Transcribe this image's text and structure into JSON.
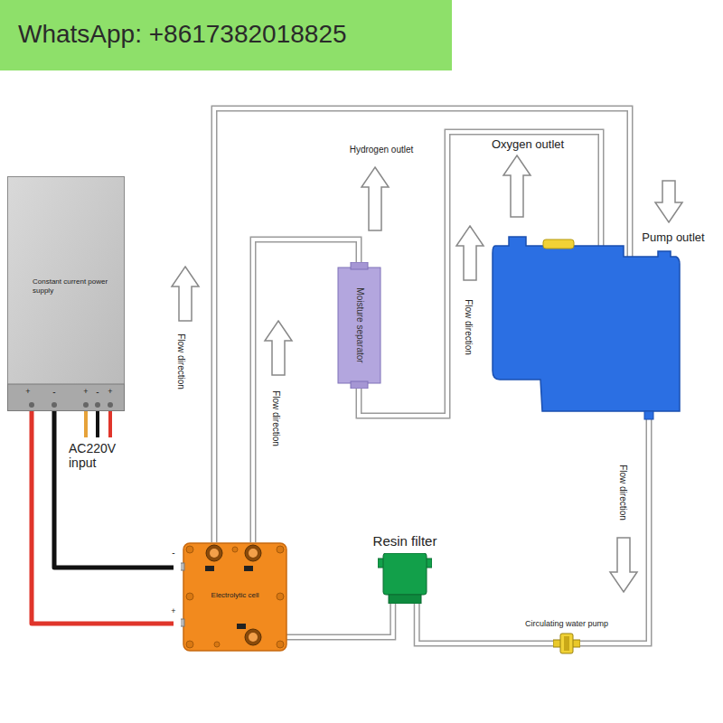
{
  "diagram": {
    "nodes": [
      {
        "text": [
          "Constant current power supply"
        ]
      },
      {
        "text": [
          "Moisture separator"
        ]
      },
      {
        "text": [
          "Electrolytic cell"
        ]
      },
      {
        "text": [
          "Resin filter"
        ]
      },
      {
        "text": [
          "Circulating water pump"
        ]
      }
    ],
    "edges": [
      {
        "from": 0,
        "to": 2,
        "arrow": "none"
      },
      {
        "from": 0,
        "to": 2,
        "arrow": "none"
      },
      {
        "from": 2,
        "to": 1,
        "arrow": "none"
      },
      {
        "from": 4,
        "to": 3,
        "arrow": "none"
      },
      {
        "from": 3,
        "to": 2,
        "arrow": "none"
      }
    ],
    "labels": [
      "WhatsApp: +8617382018825",
      "+",
      "-",
      "+",
      "-",
      "+",
      "AC220V input",
      "Flow direction",
      "Flow direction",
      "Hydrogen outlet",
      "Flow direction",
      "Oxygen outlet",
      "Pump outlet",
      "Flow direction",
      "-",
      "+"
    ]
  }
}
